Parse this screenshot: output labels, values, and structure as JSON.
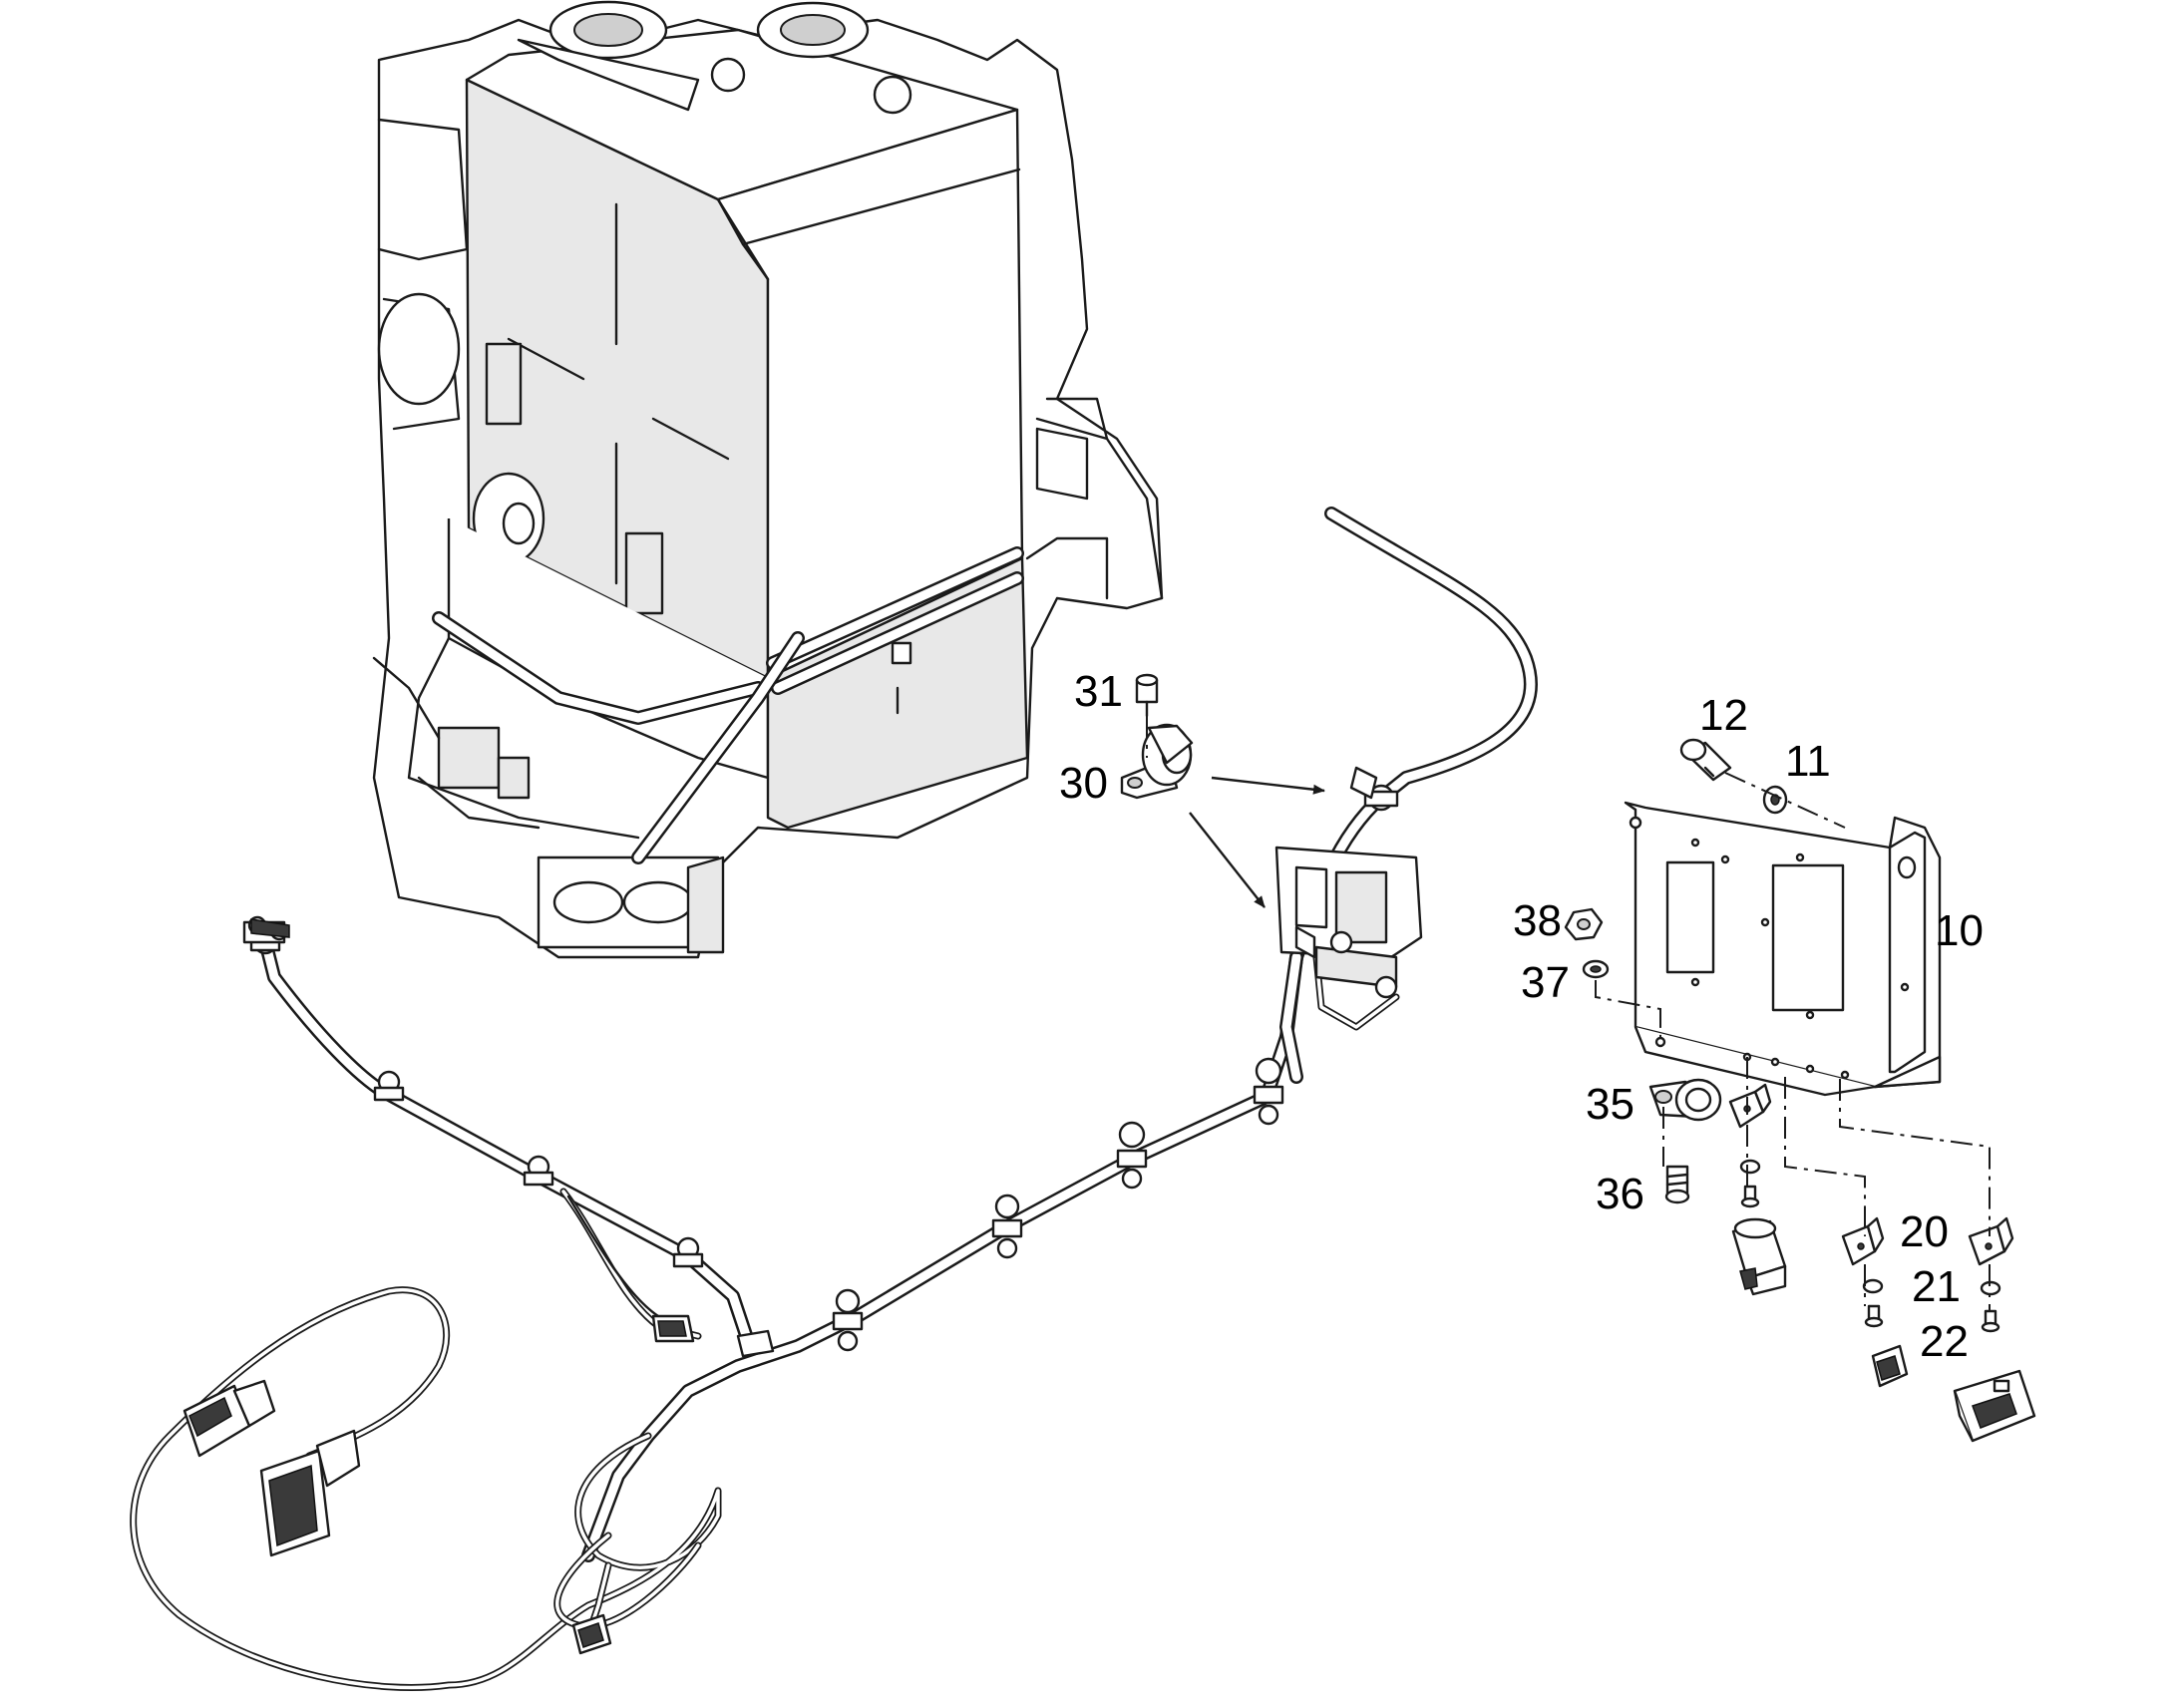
{
  "part_labels": [
    {
      "id": "31",
      "text": "31"
    },
    {
      "id": "30",
      "text": "30"
    },
    {
      "id": "12",
      "text": "12"
    },
    {
      "id": "11",
      "text": "11"
    },
    {
      "id": "10",
      "text": "10"
    },
    {
      "id": "38",
      "text": "38"
    },
    {
      "id": "37",
      "text": "37"
    },
    {
      "id": "35",
      "text": "35"
    },
    {
      "id": "36",
      "text": "36"
    },
    {
      "id": "20",
      "text": "20"
    },
    {
      "id": "21",
      "text": "21"
    },
    {
      "id": "22",
      "text": "22"
    }
  ],
  "colors": {
    "line": "#1a1a1a",
    "background": "#ffffff",
    "shade": "#e8e8e8"
  }
}
